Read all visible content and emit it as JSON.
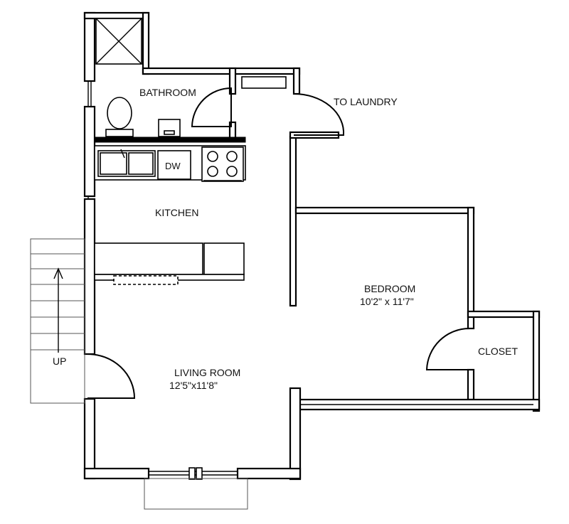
{
  "rooms": {
    "bathroom": {
      "name": "BATHROOM"
    },
    "laundry": {
      "name": "TO LAUNDRY"
    },
    "kitchen": {
      "name": "KITCHEN",
      "dishwasher": "DW"
    },
    "bedroom": {
      "name": "BEDROOM",
      "size": "10'2\" x 11'7\""
    },
    "closet": {
      "name": "CLOSET"
    },
    "living_room": {
      "name": "LIVING ROOM",
      "size": "12'5\"x11'8\""
    }
  },
  "stairs": {
    "direction": "UP",
    "treads": 8
  }
}
